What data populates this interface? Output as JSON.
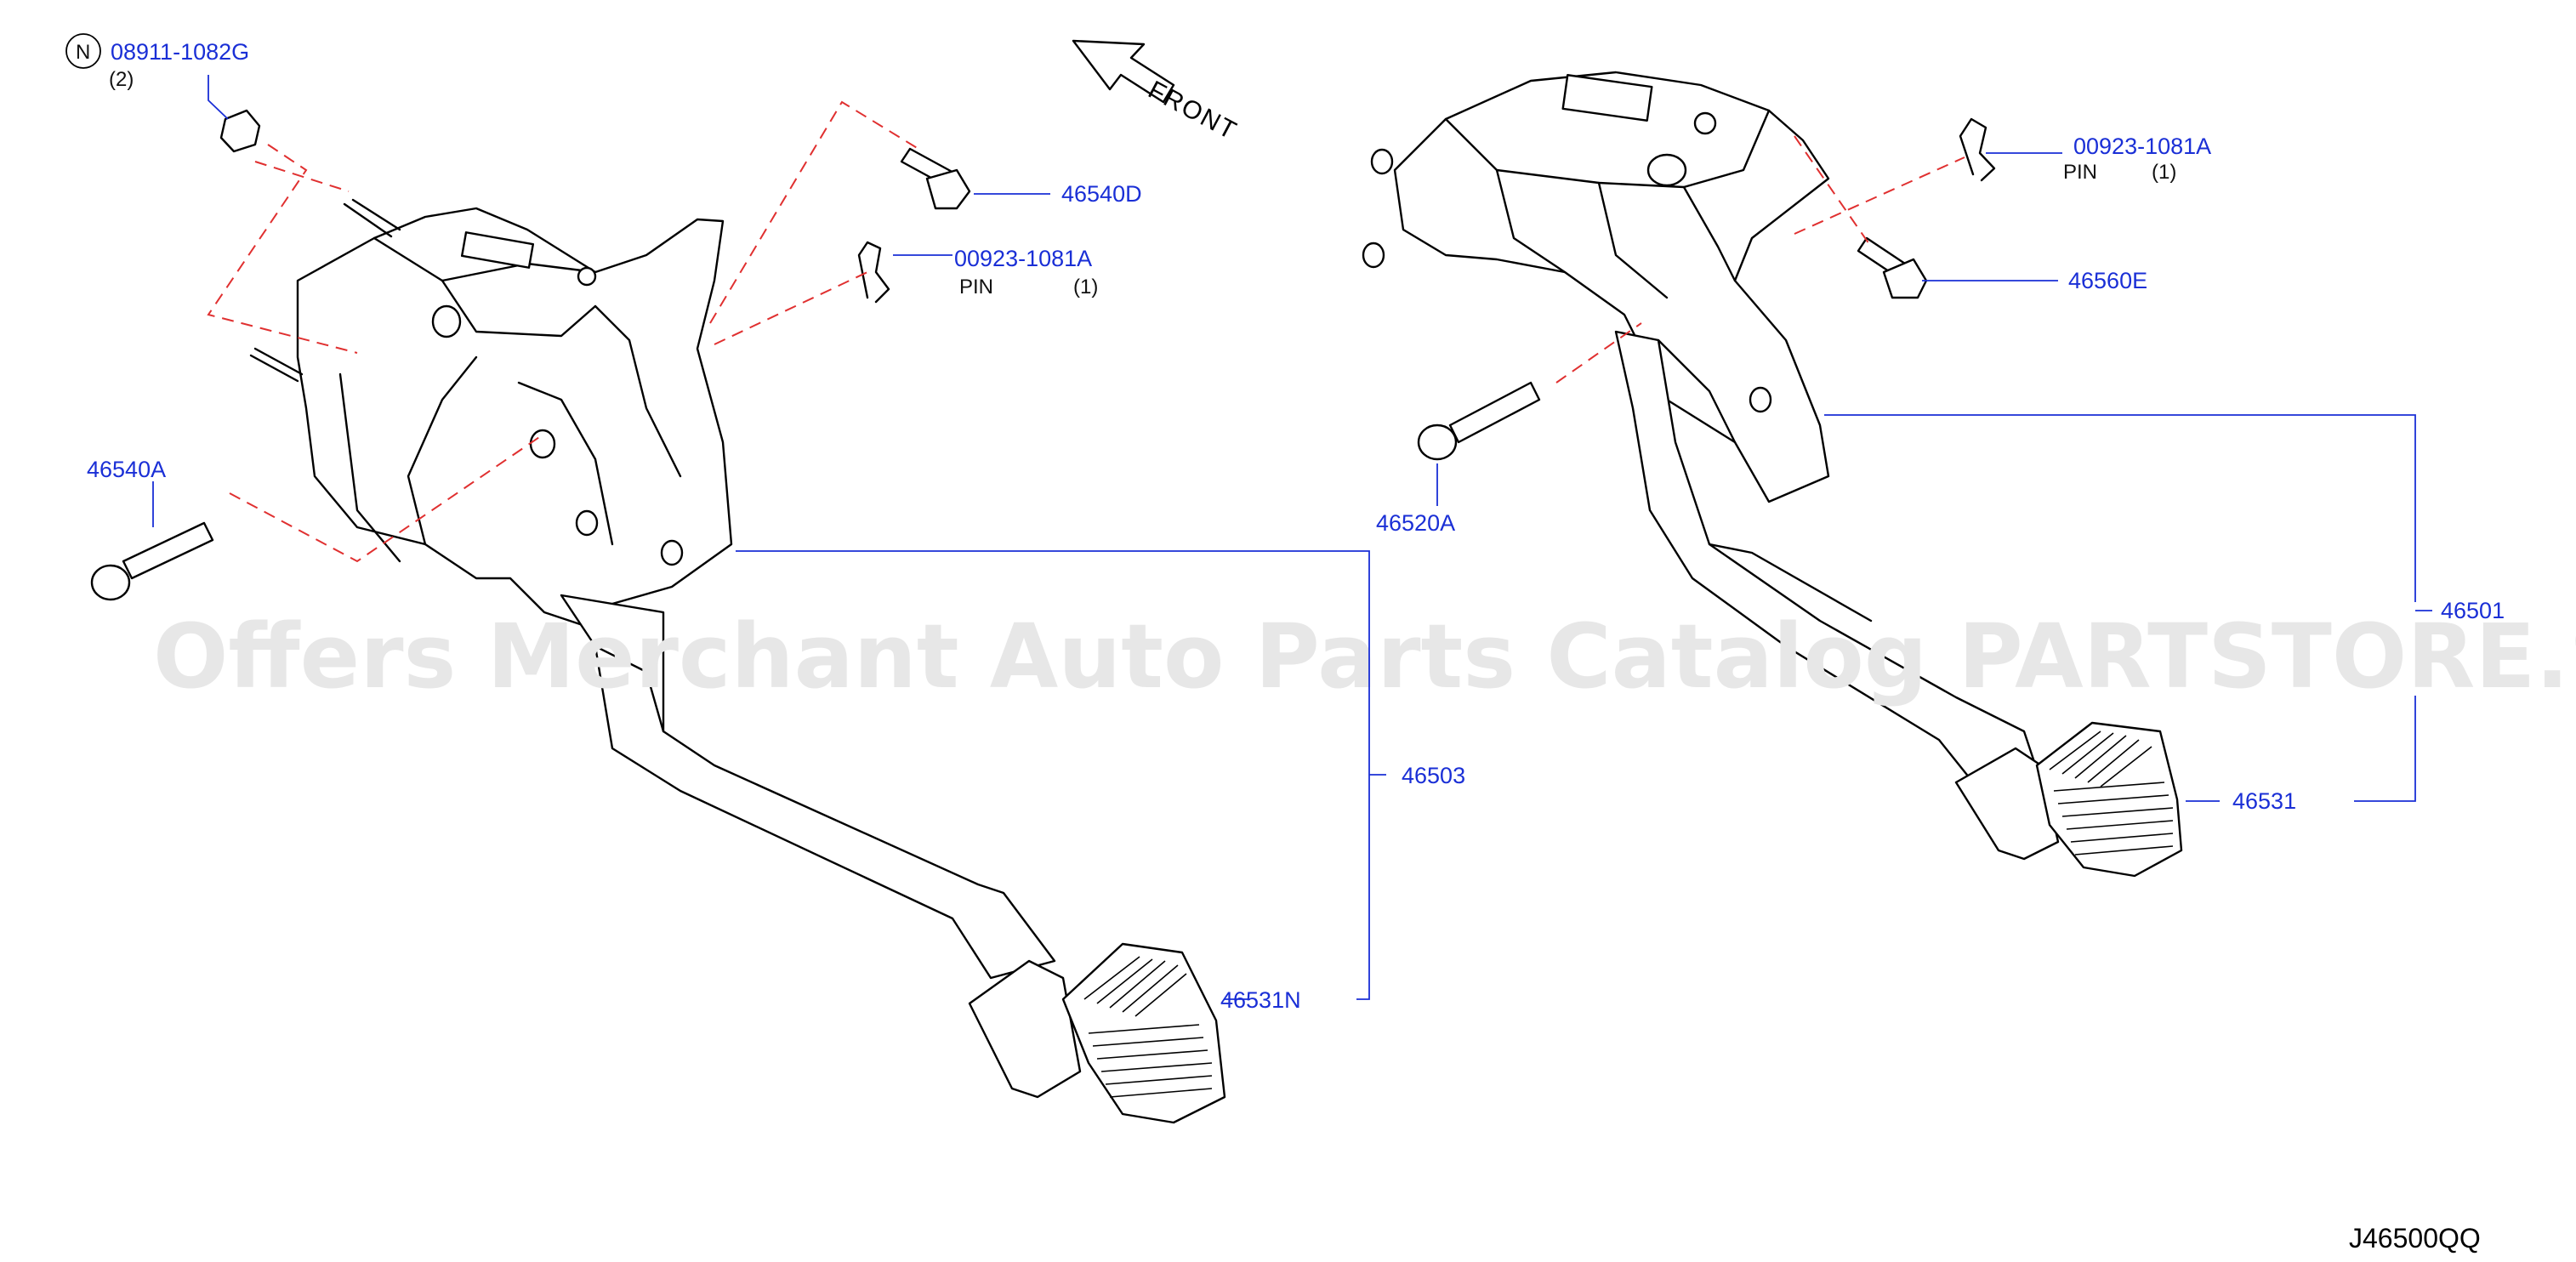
{
  "diagram_code": "J46500QQ",
  "watermark": "Offers Merchant Auto Parts Catalog PARTSTORE.SA",
  "front_label": "FRONT",
  "callouts": {
    "nut": {
      "code": "08911-1082G",
      "marker": "N",
      "qty": "(2)"
    },
    "bolt_46540d": {
      "code": "46540D"
    },
    "pin_left": {
      "code": "00923-1081A",
      "desc": "PIN",
      "qty": "(1)"
    },
    "bolt_46540a": {
      "code": "46540A"
    },
    "clutch_pedal_assy": {
      "code": "46503"
    },
    "pad_left": {
      "code": "46531N"
    },
    "pin_right": {
      "code": "00923-1081A",
      "desc": "PIN",
      "qty": "(1)"
    },
    "bolt_46560e": {
      "code": "46560E"
    },
    "bolt_46520a": {
      "code": "46520A"
    },
    "brake_pedal_assy": {
      "code": "46501"
    },
    "pad_right": {
      "code": "46531"
    }
  },
  "colors": {
    "callout": "#1a2fd6",
    "dashed_line": "#e03030",
    "watermark": "#e7e7e7"
  }
}
